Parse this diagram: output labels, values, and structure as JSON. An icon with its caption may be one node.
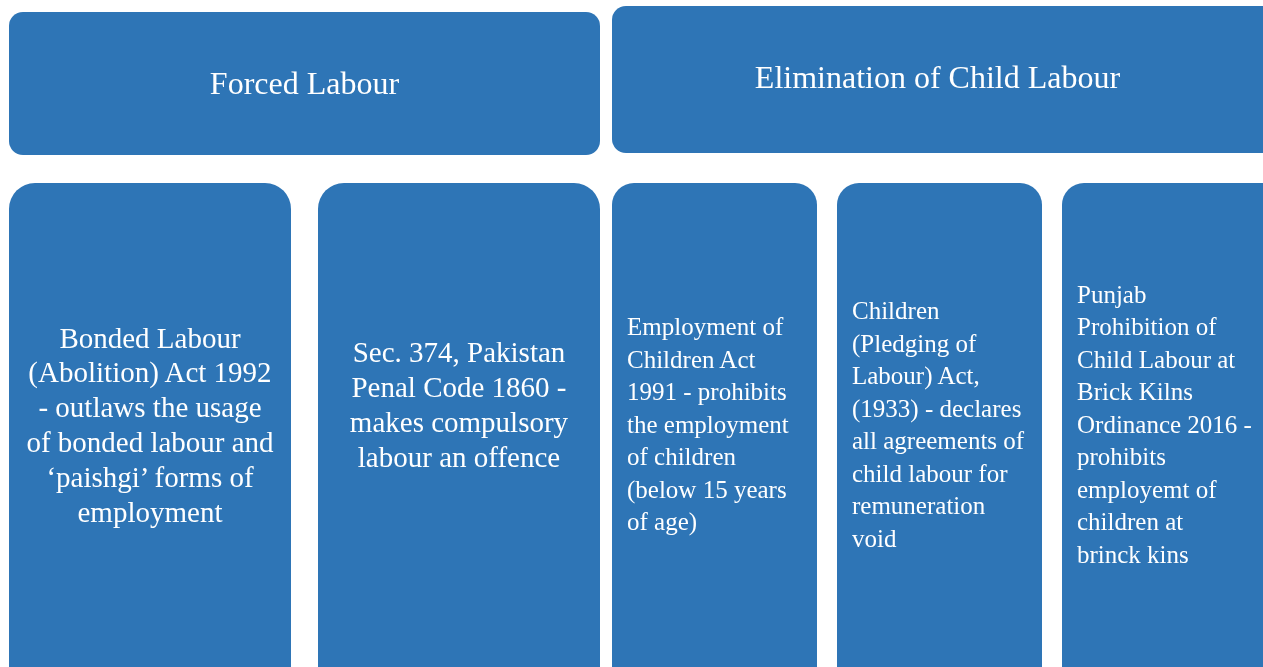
{
  "diagram": {
    "nodes": [
      {
        "text": [
          "Forced Labour"
        ]
      },
      {
        "text": [
          "Elimination of Child Labour"
        ]
      },
      {
        "text": [
          "Bonded Labour (Abolition) Act 1992 - outlaws the usage of bonded labour and ‘paishgi’ forms of employment"
        ]
      },
      {
        "text": [
          "Sec. 374, Pakistan Penal Code 1860 - makes compulsory labour an offence"
        ]
      },
      {
        "text": [
          "Employment of Children Act 1991 - prohibits the employment of children (below 15 years of age)"
        ]
      },
      {
        "text": [
          "Children (Pledging of Labour) Act, (1933) - declares all agreements of child labour for remuneration void"
        ]
      },
      {
        "text": [
          "Punjab Prohibition of Child Labour at Brick Kilns Ordinance 2016 - prohibits employemt of children at brinck kins"
        ]
      }
    ]
  }
}
